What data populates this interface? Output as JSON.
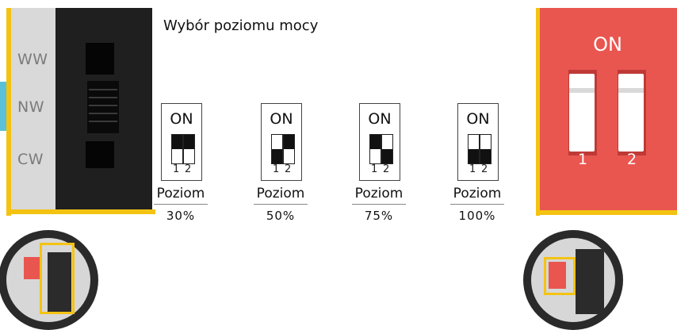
{
  "title": "Wybór poziomu mocy",
  "cct_labels": [
    "WW",
    "NW",
    "CW"
  ],
  "power_levels": [
    {
      "on": "ON",
      "num1": "1",
      "num2": "2",
      "label": "Poziom",
      "percent": "30%",
      "sw1": "up",
      "sw2": "up"
    },
    {
      "on": "ON",
      "num1": "1",
      "num2": "2",
      "label": "Poziom",
      "percent": "50%",
      "sw1": "down",
      "sw2": "up"
    },
    {
      "on": "ON",
      "num1": "1",
      "num2": "2",
      "label": "Poziom",
      "percent": "75%",
      "sw1": "up",
      "sw2": "down"
    },
    {
      "on": "ON",
      "num1": "1",
      "num2": "2",
      "label": "Poziom",
      "percent": "100%",
      "sw1": "down",
      "sw2": "down"
    }
  ],
  "closeup": {
    "on": "ON",
    "num1": "1",
    "num2": "2"
  },
  "colors": {
    "accent_yellow": "#f4c312",
    "dip_red": "#e9564f",
    "panel_gray": "#d9d9d9",
    "panel_black": "#1f1f1f",
    "teal": "#5bc1d8"
  }
}
